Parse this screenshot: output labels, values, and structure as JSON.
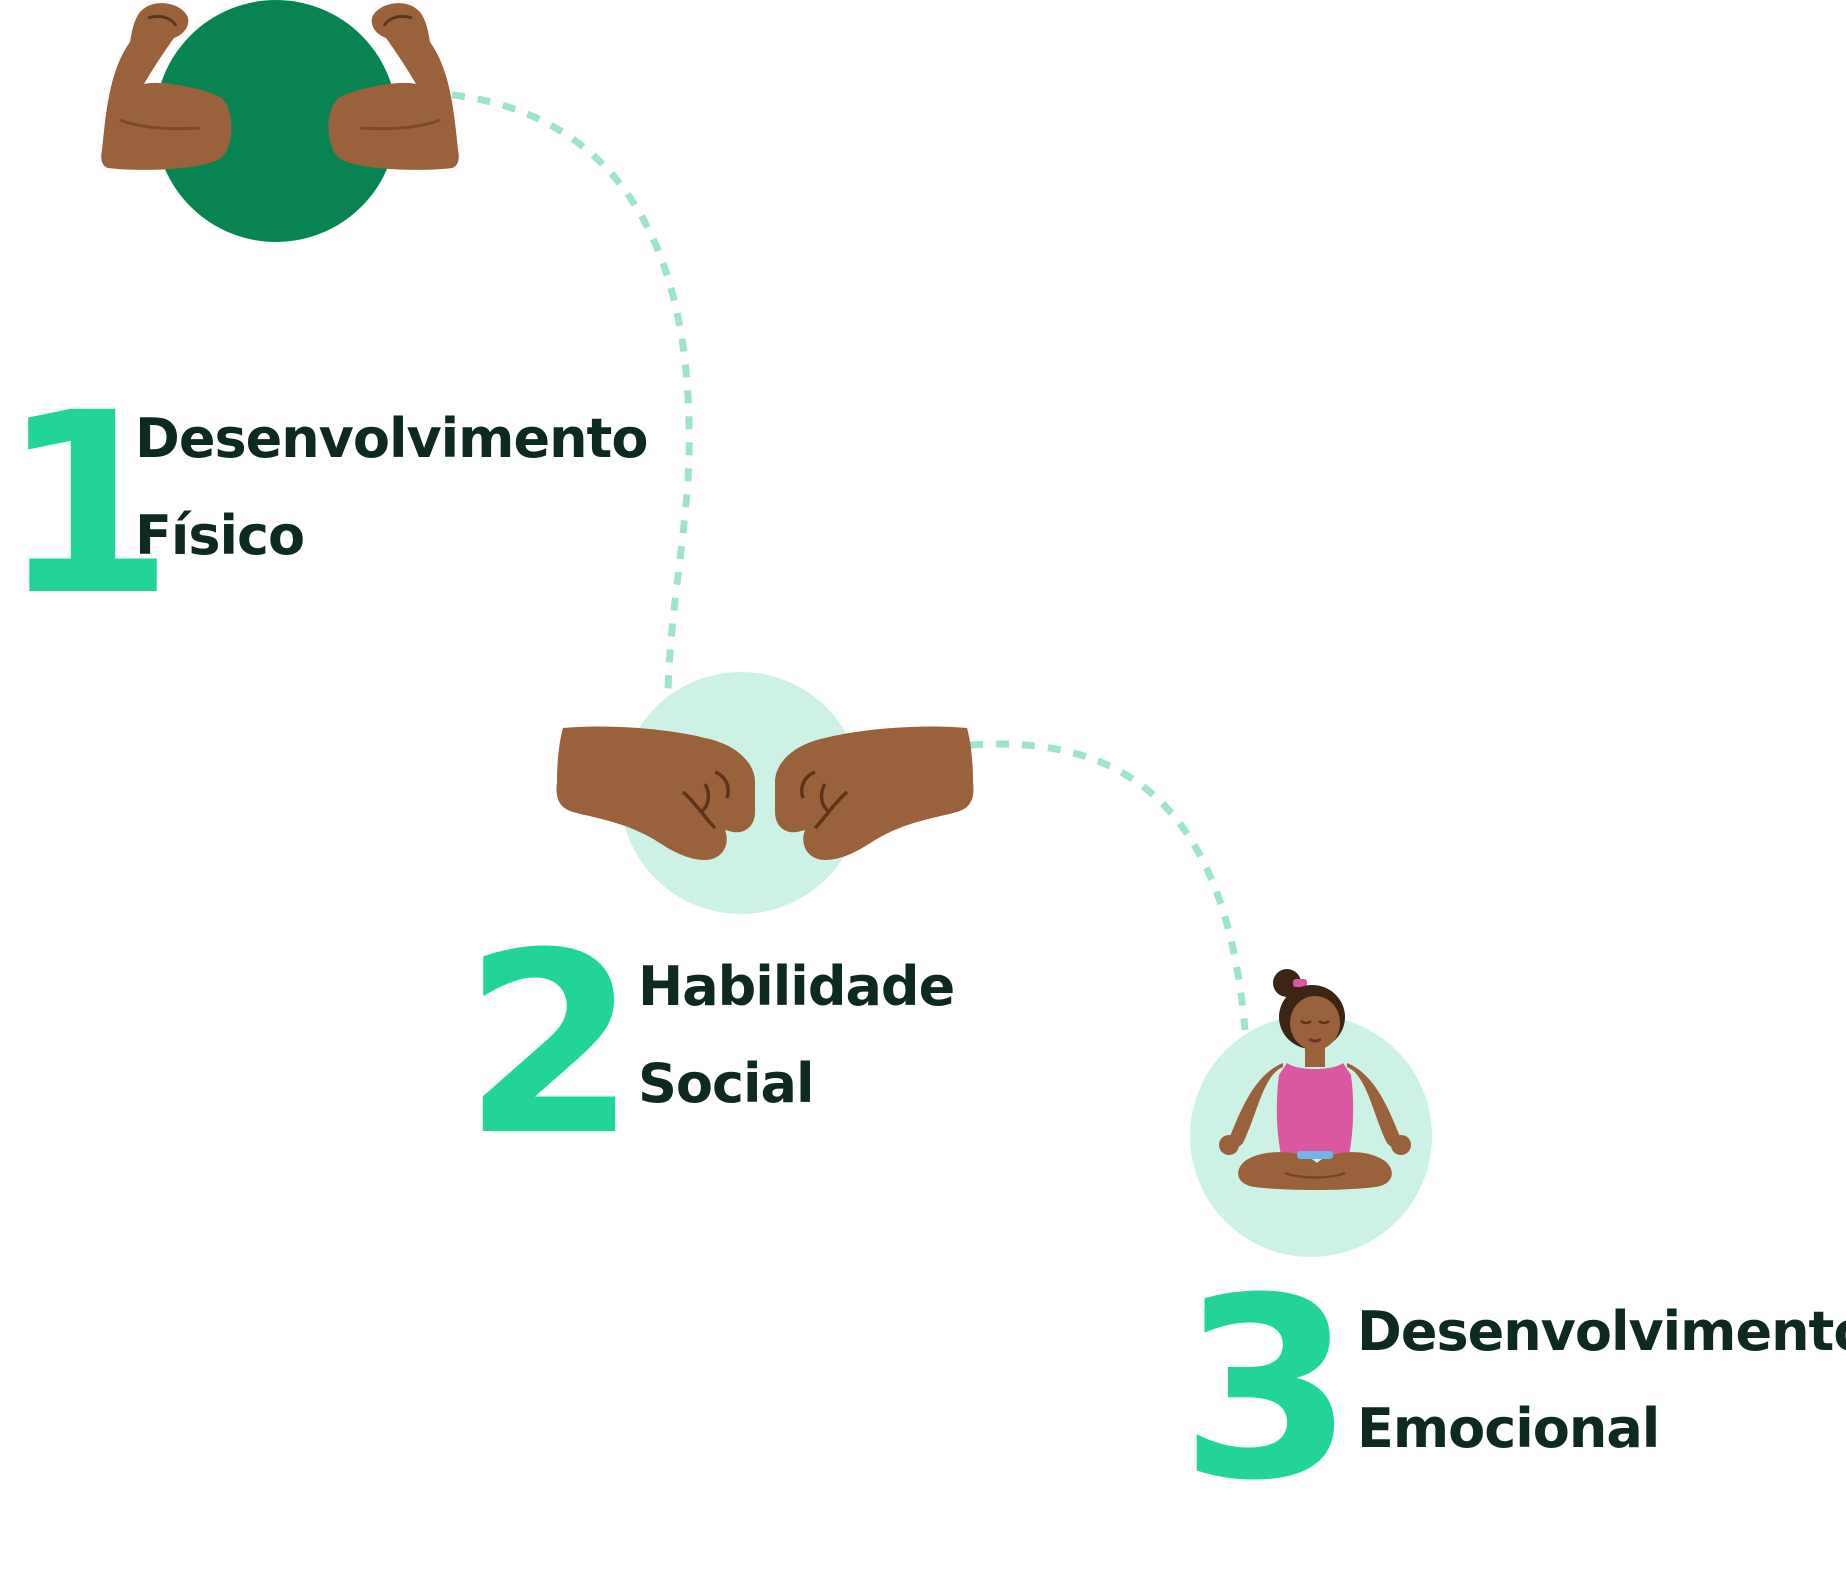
{
  "theme": {
    "accent_dark": "#0A8353",
    "accent_light": "#CDF1E4",
    "number_color": "#22D597",
    "text_color": "#0E2A1E",
    "connector_color": "#9FE3C9",
    "skin": "#99613C",
    "skin_dark": "#5E341B",
    "shirt": "#D9589F",
    "hair": "#3E2414"
  },
  "steps": [
    {
      "number": "1",
      "line1": "Desenvolvimento",
      "line2": "Físico",
      "icon": "flexed-biceps-icon",
      "circle_style": "dark"
    },
    {
      "number": "2",
      "line1": "Habilidade",
      "line2": "Social",
      "icon": "fist-bump-icon",
      "circle_style": "light"
    },
    {
      "number": "3",
      "line1": "Desenvolvimento",
      "line2": "Emocional",
      "icon": "meditating-woman-icon",
      "circle_style": "light"
    }
  ]
}
